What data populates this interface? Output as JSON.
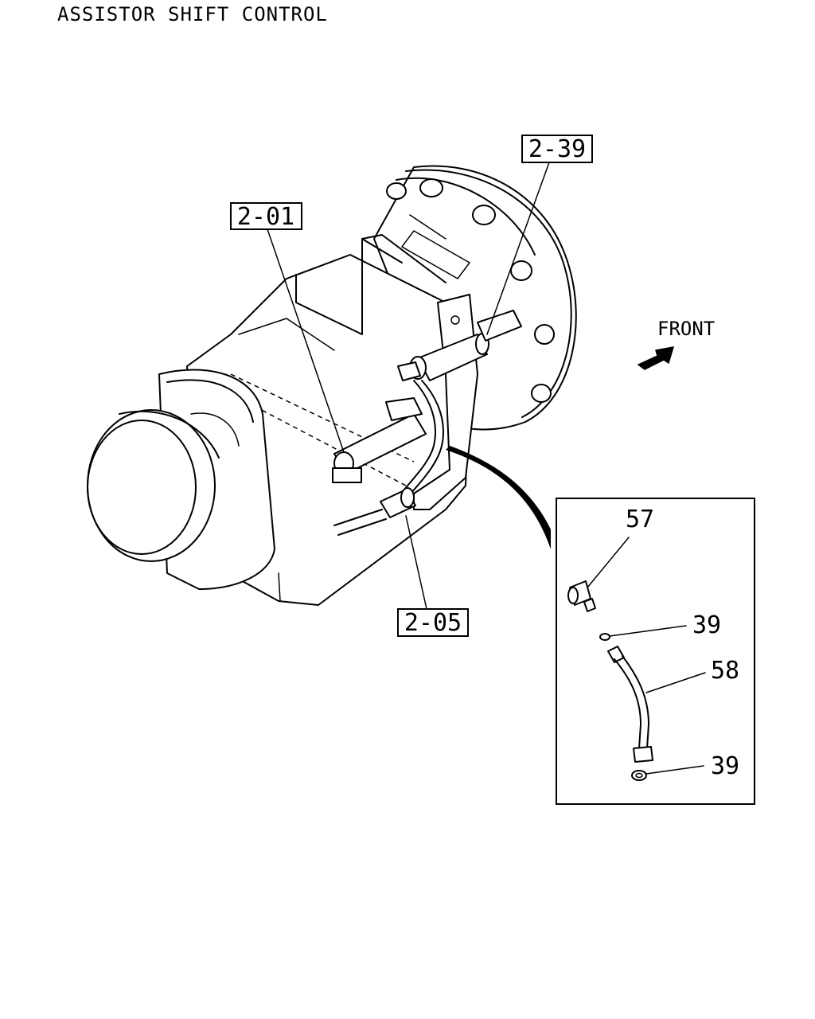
{
  "title": "ASSISTOR SHIFT CONTROL",
  "reference_labels": [
    "2-39",
    "2-01",
    "2-05"
  ],
  "direction_label": "FRONT",
  "detail_callouts": [
    "57",
    "39",
    "58",
    "39"
  ],
  "icons": [
    "front-arrow-icon"
  ]
}
